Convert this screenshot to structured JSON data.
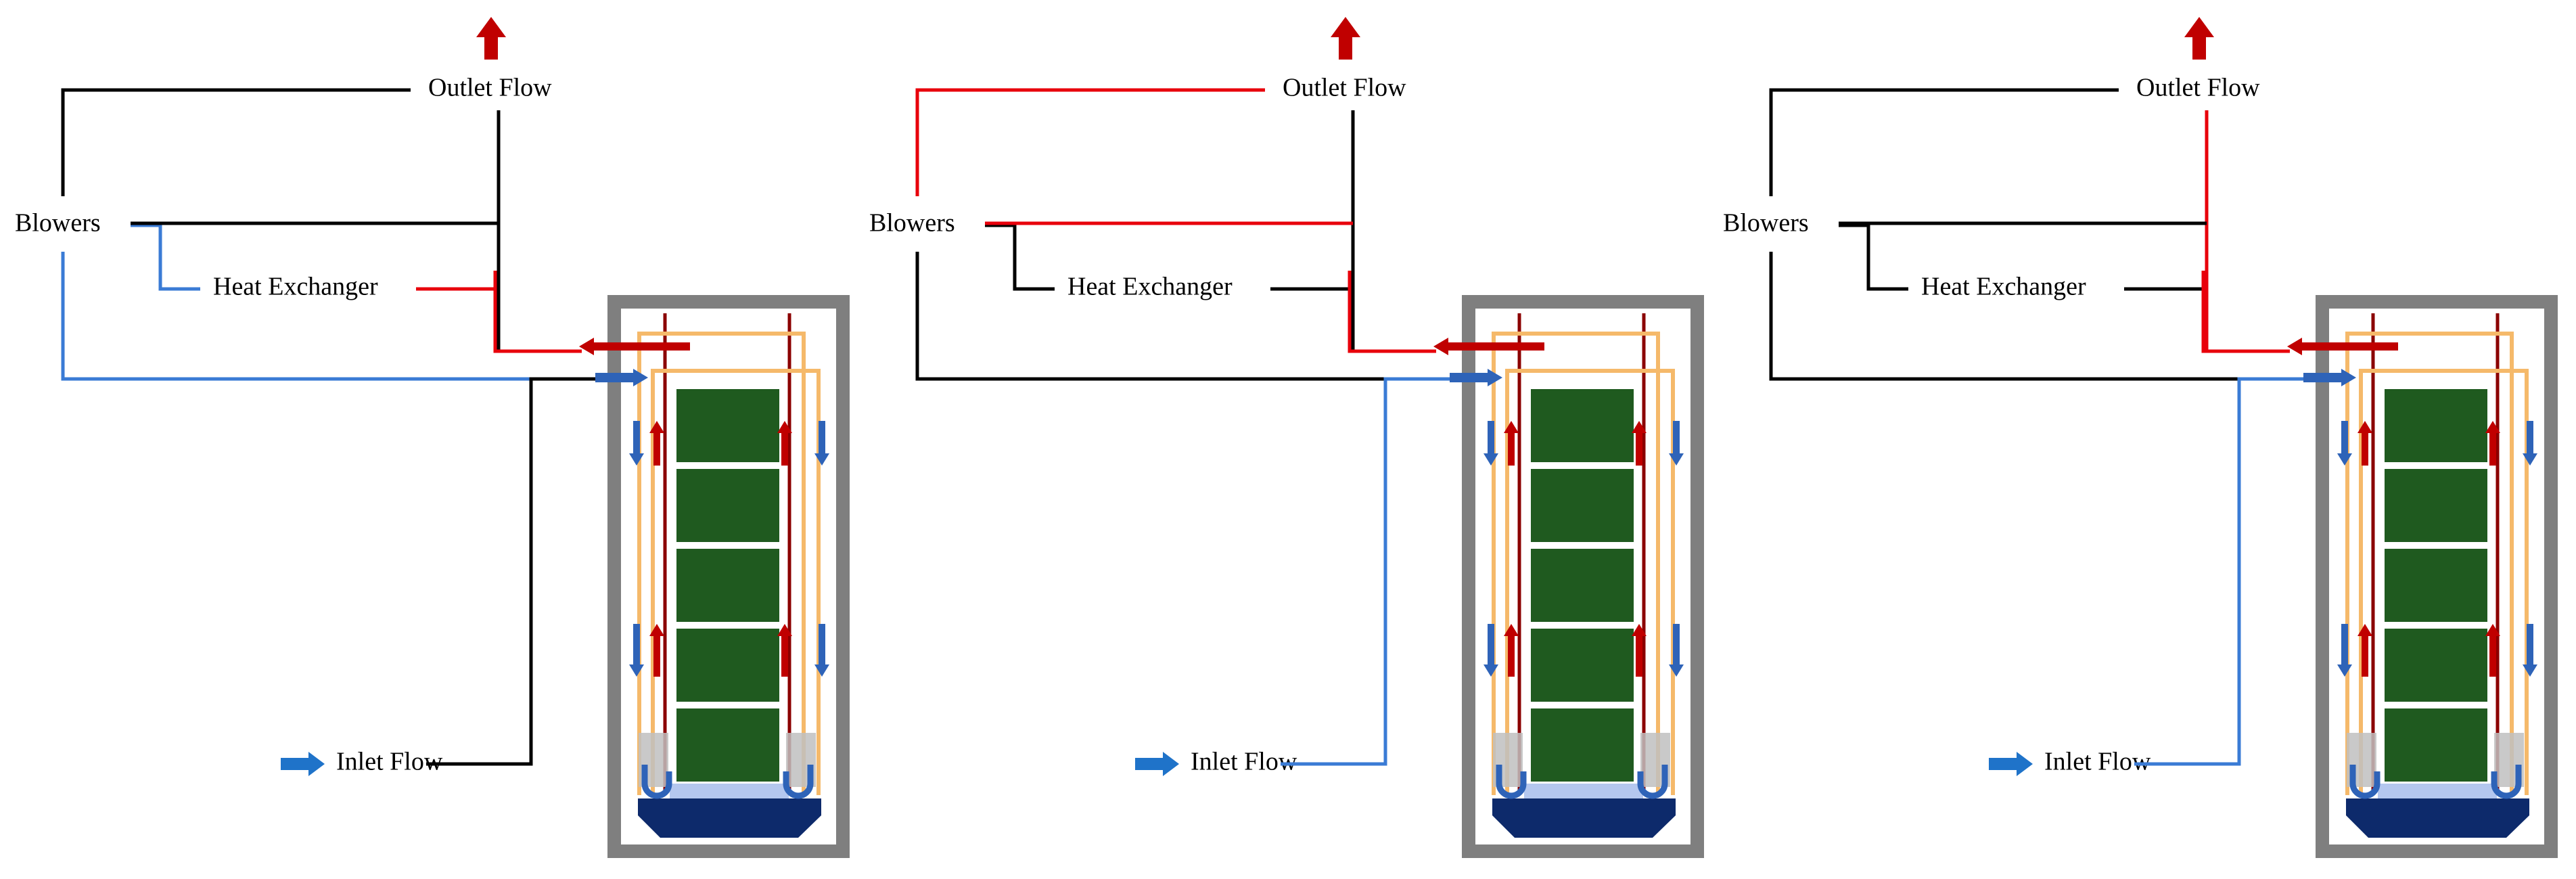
{
  "labels": {
    "outlet_flow": "Outlet Flow",
    "blowers": "Blowers",
    "heat_exchanger": "Heat Exchanger",
    "inlet_flow": "Inlet Flow"
  },
  "colors": {
    "hot_line": "#e8000b",
    "cold_line": "#3a7bd5",
    "idle_line": "#000000",
    "frame": "#7f7f7f",
    "cell": "#1f5a1f",
    "base": "#0d2a6b",
    "base_light": "#b4c7ef",
    "orange_pipe": "#f5b96a",
    "dark_red_pipe": "#8b0000",
    "arrow_red": "#c00000",
    "arrow_blue": "#2e63b8",
    "inlet_arrow": "#1f73c9"
  },
  "panels": [
    {
      "id": "a",
      "line_states": {
        "outlet_to_blowers": "idle",
        "blowers_to_stack": "cold",
        "blowers_to_hx": "cold",
        "hx_out": "hot",
        "outlet_drop": "idle",
        "mid_bar": "idle",
        "hot_header": "hot",
        "inlet_riser": "idle"
      }
    },
    {
      "id": "b",
      "line_states": {
        "outlet_to_blowers": "hot",
        "blowers_to_stack": "idle",
        "blowers_to_hx": "idle",
        "hx_out": "idle",
        "outlet_drop": "idle",
        "mid_bar": "hot",
        "hot_header": "hot",
        "inlet_riser": "cold"
      }
    },
    {
      "id": "c",
      "line_states": {
        "outlet_to_blowers": "idle",
        "blowers_to_stack": "idle",
        "blowers_to_hx": "idle",
        "hx_out": "idle",
        "outlet_drop": "hot",
        "mid_bar": "idle",
        "hot_header": "hot",
        "inlet_riser": "cold"
      }
    }
  ]
}
